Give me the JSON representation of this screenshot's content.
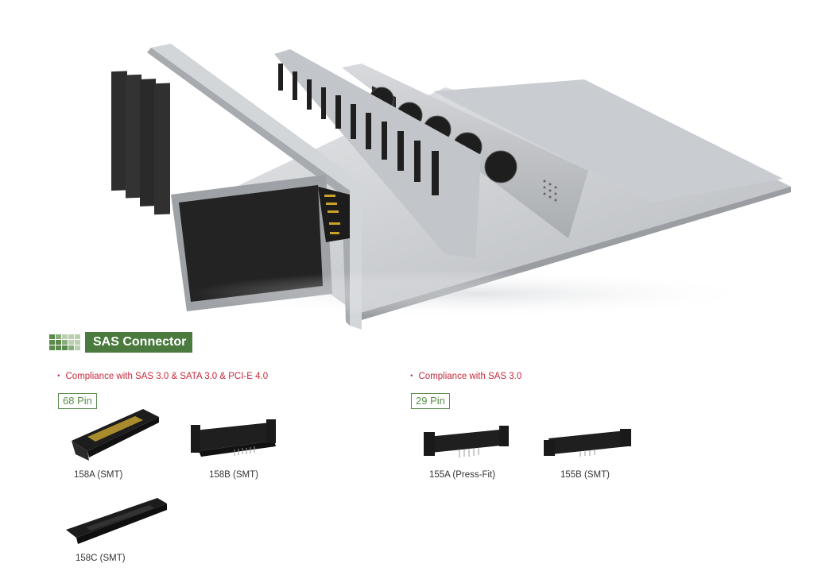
{
  "section": {
    "title": "SAS Connector"
  },
  "left": {
    "compliance": "Compliance with SAS 3.0 & SATA 3.0 & PCI-E 4.0",
    "pin_label": "68 Pin",
    "parts": [
      {
        "label": "158A (SMT)"
      },
      {
        "label": "158B (SMT)"
      },
      {
        "label": "158C (SMT)"
      }
    ]
  },
  "right": {
    "compliance": "Compliance with SAS 3.0",
    "pin_label": "29 Pin",
    "parts": [
      {
        "label": "155A (Press-Fit)"
      },
      {
        "label": "155B (SMT)"
      }
    ]
  },
  "colors": {
    "accent_green": "#4a7a3e",
    "compliance_red": "#c8283a"
  }
}
